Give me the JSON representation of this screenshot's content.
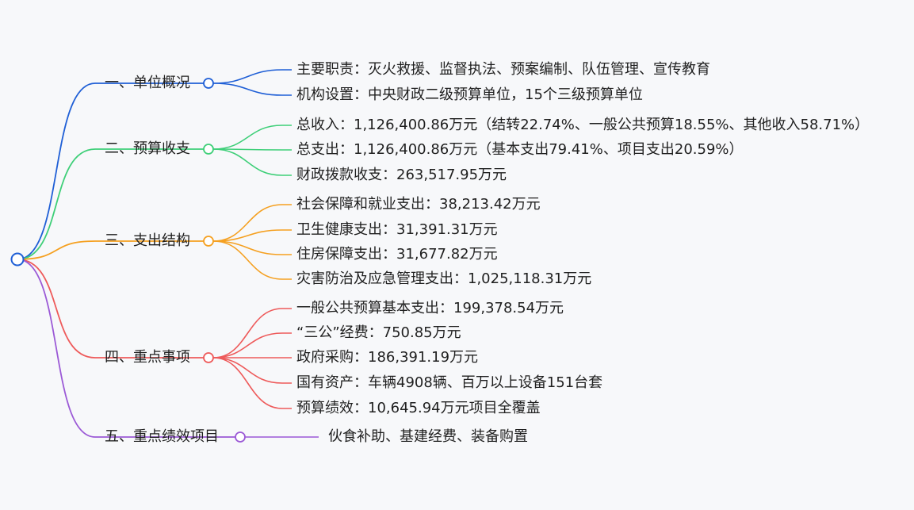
{
  "mindmap": {
    "branches": [
      {
        "label": "一、单位概况",
        "color": "#1f5fd6",
        "children": [
          "主要职责：灭火救援、监督执法、预案编制、队伍管理、宣传教育",
          "机构设置：中央财政二级预算单位，15个三级预算单位"
        ]
      },
      {
        "label": "二、预算收支",
        "color": "#3ecf78",
        "children": [
          "总收入：1,126,400.86万元（结转22.74%、一般公共预算18.55%、其他收入58.71%）",
          "总支出：1,126,400.86万元（基本支出79.41%、项目支出20.59%）",
          "财政拨款收支：263,517.95万元"
        ]
      },
      {
        "label": "三、支出结构",
        "color": "#f5a020",
        "children": [
          "社会保障和就业支出：38,213.42万元",
          "卫生健康支出：31,391.31万元",
          "住房保障支出：31,677.82万元",
          "灾害防治及应急管理支出：1,025,118.31万元"
        ]
      },
      {
        "label": "四、重点事项",
        "color": "#ee5a5a",
        "children": [
          "一般公共预算基本支出：199,378.54万元",
          "“三公”经费：750.85万元",
          "政府采购：186,391.19万元",
          "国有资产：车辆4908辆、百万以上设备151台套",
          "预算绩效：10,645.94万元项目全覆盖"
        ]
      },
      {
        "label": "五、重点绩效项目",
        "color": "#9b59d6",
        "children": [
          "伙食补助、基建经费、装备购置"
        ]
      }
    ]
  }
}
